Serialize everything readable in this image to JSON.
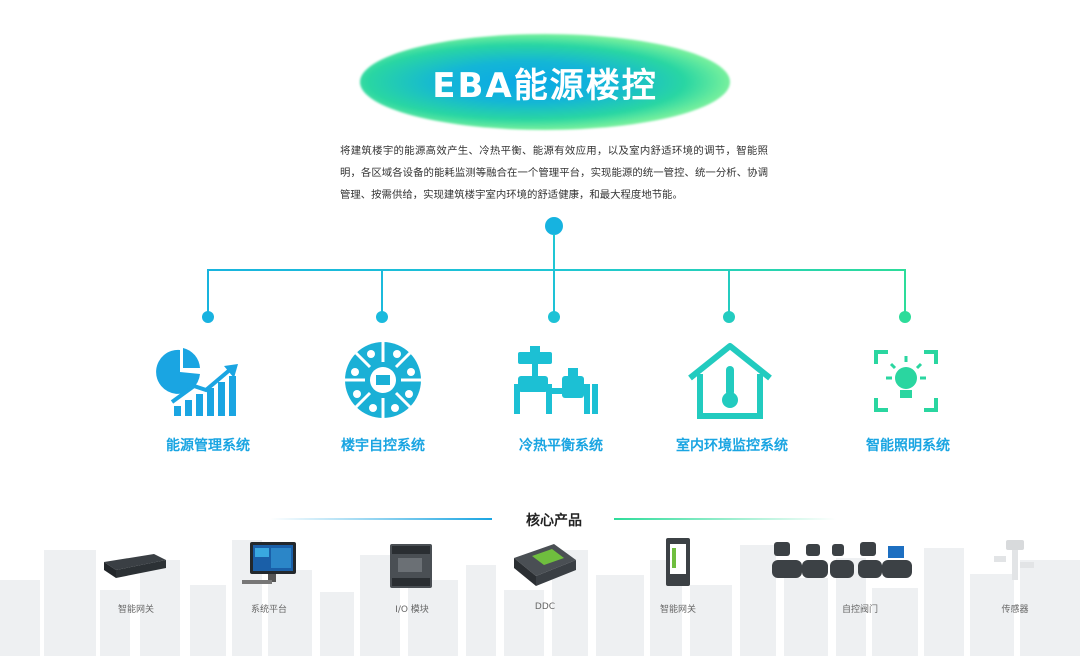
{
  "title": "EBA能源楼控",
  "intro": "将建筑楼宇的能源高效产生、冷热平衡、能源有效应用，以及室内舒适环境的调节，智能照明，各区域各设备的能耗监测等融合在一个管理平台，实现能源的统一管控、统一分析、协调管理、按需供给，实现建筑楼宇室内环境的舒适健康，和最大程度地节能。",
  "systems": [
    {
      "label": "能源管理系统",
      "icon": "pie-chart-bar-icon"
    },
    {
      "label": "楼宇自控系统",
      "icon": "building-automation-icon"
    },
    {
      "label": "冷热平衡系统",
      "icon": "valve-pipe-icon"
    },
    {
      "label": "室内环境监控系统",
      "icon": "house-thermometer-icon"
    },
    {
      "label": "智能照明系统",
      "icon": "light-bulb-icon"
    }
  ],
  "core_title": "核心产品",
  "products": [
    {
      "label": "智能网关",
      "icon": "gateway-device-icon"
    },
    {
      "label": "系统平台",
      "icon": "monitor-platform-icon"
    },
    {
      "label": "I/O 模块",
      "icon": "io-module-icon"
    },
    {
      "label": "DDC",
      "icon": "ddc-controller-icon"
    },
    {
      "label": "智能网关",
      "icon": "din-rail-gateway-icon"
    },
    {
      "label": "自控阀门",
      "icon": "control-valve-icon"
    },
    {
      "label": "传感器",
      "icon": "sensor-icon"
    }
  ],
  "colors": {
    "accent_blue": "#1aa5e2",
    "accent_teal": "#1fc6d4",
    "accent_green": "#2ddc9a"
  }
}
